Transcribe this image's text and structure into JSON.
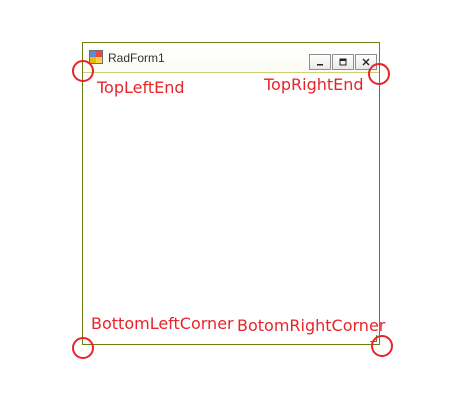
{
  "window": {
    "title": "RadForm1",
    "buttons": {
      "minimize_icon": "minimize-icon",
      "maximize_icon": "maximize-icon",
      "close_icon": "close-icon"
    },
    "border_color": "#6f7c16"
  },
  "annotations": {
    "color": "#e8242a",
    "top_left": "TopLeftEnd",
    "top_right": "TopRightEnd",
    "bottom_left": "BottomLeftCorner",
    "bottom_right": "BotomRightCorner"
  }
}
